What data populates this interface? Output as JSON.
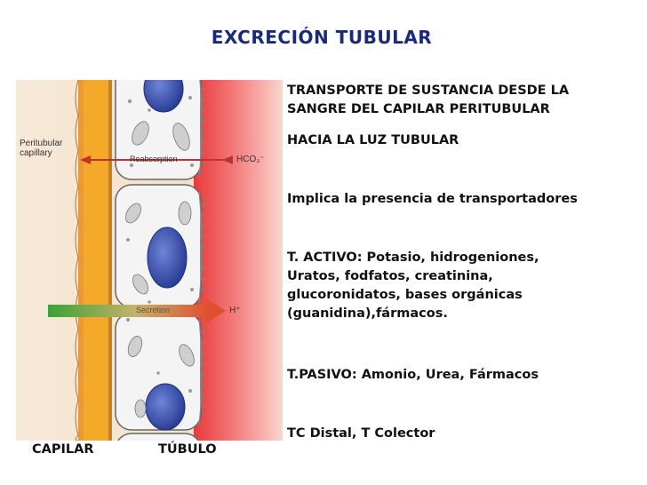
{
  "title": "EXCRECIÓN TUBULAR",
  "figure": {
    "peritubular_line1": "Peritubular",
    "peritubular_line2": "capillary",
    "reabsorption": "Reabsorption",
    "secretion": "Secretion",
    "hco3": "HCO₃⁻",
    "h_plus": "H⁺"
  },
  "paragraphs": {
    "p1_line1": "TRANSPORTE DE SUSTANCIA DESDE LA",
    "p1_line2": "SANGRE DEL CAPILAR PERITUBULAR",
    "p2": "HACIA LA LUZ TUBULAR",
    "p3": "Implica la presencia de transportadores",
    "p4_line1": "T. ACTIVO: Potasio, hidrogeniones,",
    "p4_line2": "Uratos, fodfatos, creatinina,",
    "p4_line3": "glucoronidatos, bases orgánicas",
    "p4_line4": "(guanidina),fármacos.",
    "p5": "T.PASIVO: Amonio, Urea, Fármacos",
    "p6": "TC Distal, T Colector"
  },
  "labels": {
    "capilar": "CAPILAR",
    "tubulo": "TÚBULO"
  },
  "colors": {
    "title": "#1a2a7a",
    "capillary": "#f4a92a",
    "lumen": "#f26a6a",
    "nucleus": "#3a4fa8"
  }
}
